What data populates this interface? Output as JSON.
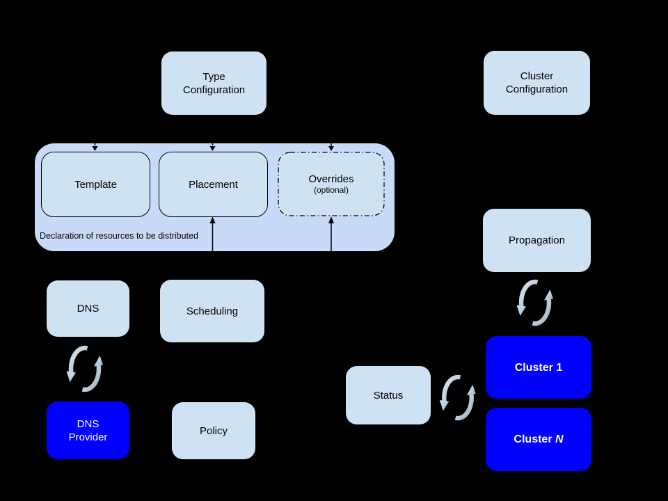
{
  "colors": {
    "background": "#000000",
    "box_fill": "#cfe2f3",
    "container_fill": "#c9daf8",
    "accent_blue": "#0000ff",
    "text_dark": "#000000",
    "text_light": "#ffffff",
    "line": "#000000",
    "sync_light": "#dbe7f1",
    "sync_dark": "#9fb4c6"
  },
  "icons": {
    "sync": "circular-sync-arrows"
  },
  "nodes": {
    "type_configuration": {
      "line1": "Type",
      "line2": "Configuration"
    },
    "cluster_configuration": {
      "line1": "Cluster",
      "line2": "Configuration"
    },
    "dns": {
      "label": "DNS"
    },
    "scheduling": {
      "label": "Scheduling"
    },
    "dns_provider": {
      "line1": "DNS",
      "line2": "Provider"
    },
    "policy": {
      "label": "Policy"
    },
    "propagation": {
      "label": "Propagation"
    },
    "status": {
      "label": "Status"
    },
    "cluster_1": {
      "prefix": "Cluster ",
      "suffix": "1"
    },
    "cluster_n": {
      "prefix": "Cluster ",
      "suffix": "N"
    }
  },
  "container": {
    "caption": "Declaration of resources to be distributed",
    "template": {
      "label": "Template"
    },
    "placement": {
      "label": "Placement"
    },
    "overrides": {
      "label": "Overrides",
      "sublabel": "(optional)"
    }
  }
}
